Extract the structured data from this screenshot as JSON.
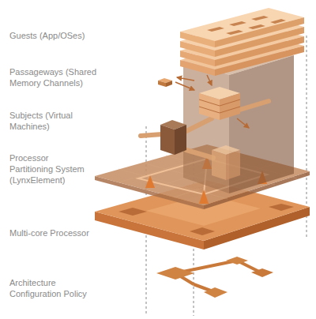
{
  "diagram": {
    "labels": [
      "Guests (App/OSes)",
      "Passageways (Shared Memory Channels)",
      "Subjects (Virtual Machines)",
      "Processor Partitioning System (LynxElement)",
      "Multi-core Processor",
      "Architecture Configuration Policy"
    ]
  }
}
